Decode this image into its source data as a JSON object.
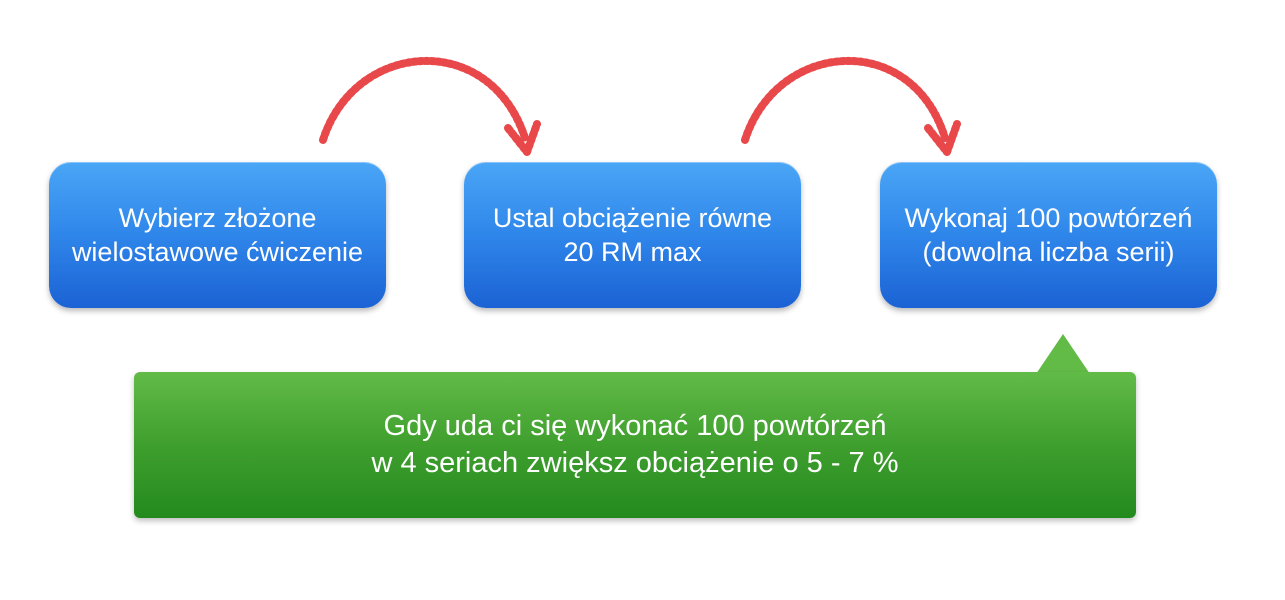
{
  "diagram": {
    "steps": [
      {
        "label": "Wybierz złożone\nwielostawowe ćwiczenie"
      },
      {
        "label": "Ustal obciążenie równe\n20 RM max"
      },
      {
        "label": "Wykonaj 100 powtórzeń\n(dowolna liczba serii)"
      }
    ],
    "callout": {
      "label": "Gdy uda ci się wykonać 100 powtórzeń\nw 4 seriach zwiększ obciążenie o 5 - 7 %"
    },
    "colors": {
      "step_box": "#2f86ea",
      "callout_box": "#3f9f2e",
      "arrow": "#e8484a",
      "text": "#ffffff"
    }
  }
}
